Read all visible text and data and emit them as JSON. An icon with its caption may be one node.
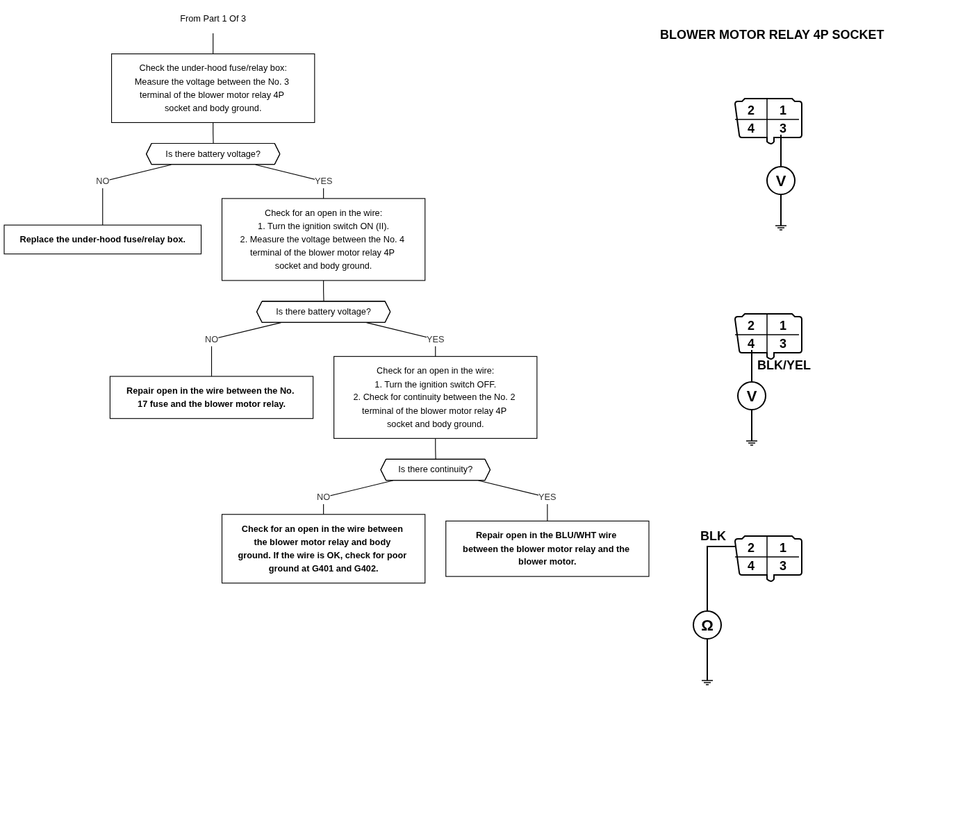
{
  "diagram": {
    "nodes": [
      {
        "text": [
          "From Part 1 Of 3"
        ]
      },
      {
        "text": [
          "Check the under-hood fuse/relay box:",
          "Measure the voltage between the No. 3 terminal of the blower motor relay 4P socket and body ground."
        ]
      },
      {
        "text": [
          "Is there battery voltage?"
        ]
      },
      {
        "text": [
          "Replace the under-hood fuse/relay box."
        ]
      },
      {
        "text": [
          "Check for an open in the wire:",
          "1. Turn the ignition switch ON (II).",
          "2. Measure the voltage between the No. 4 terminal of the blower motor relay 4P socket and body ground."
        ]
      },
      {
        "text": [
          "Is there battery voltage?"
        ]
      },
      {
        "text": [
          "Repair open in the wire between the No. 17 fuse and the blower motor relay."
        ]
      },
      {
        "text": [
          "Check for an open in the wire:",
          "1. Turn the ignition switch OFF.",
          "2. Check for continuity between the No. 2 terminal of the blower motor relay 4P socket and body ground."
        ]
      },
      {
        "text": [
          "Is there continuity?"
        ]
      },
      {
        "text": [
          "Check for an open in the wire between the blower motor relay and body ground. If the wire is OK, check for poor ground at G401 and G402."
        ]
      },
      {
        "text": [
          "Repair open in the BLU/WHT wire between the blower motor relay and the blower motor."
        ]
      }
    ],
    "edges": [
      {
        "from": 0,
        "to": 1,
        "arrow": "none"
      },
      {
        "from": 1,
        "to": 2,
        "arrow": "none"
      },
      {
        "from": 2,
        "to": 3,
        "label": "NO",
        "arrow": "none"
      },
      {
        "from": 2,
        "to": 4,
        "label": "YES",
        "arrow": "none"
      },
      {
        "from": 4,
        "to": 5,
        "arrow": "none"
      },
      {
        "from": 5,
        "to": 6,
        "label": "NO",
        "arrow": "none"
      },
      {
        "from": 5,
        "to": 7,
        "label": "YES",
        "arrow": "none"
      },
      {
        "from": 7,
        "to": 8,
        "arrow": "none"
      },
      {
        "from": 8,
        "to": 9,
        "label": "NO",
        "arrow": "none"
      },
      {
        "from": 8,
        "to": 10,
        "label": "YES",
        "arrow": "none"
      }
    ],
    "labels": [
      "BLOWER MOTOR RELAY 4P SOCKET",
      "2",
      "1",
      "4",
      "3",
      "V",
      "2",
      "1",
      "4",
      "3",
      "BLK/YEL",
      "V",
      "BLK",
      "2",
      "1",
      "4",
      "3",
      "Ω"
    ]
  }
}
